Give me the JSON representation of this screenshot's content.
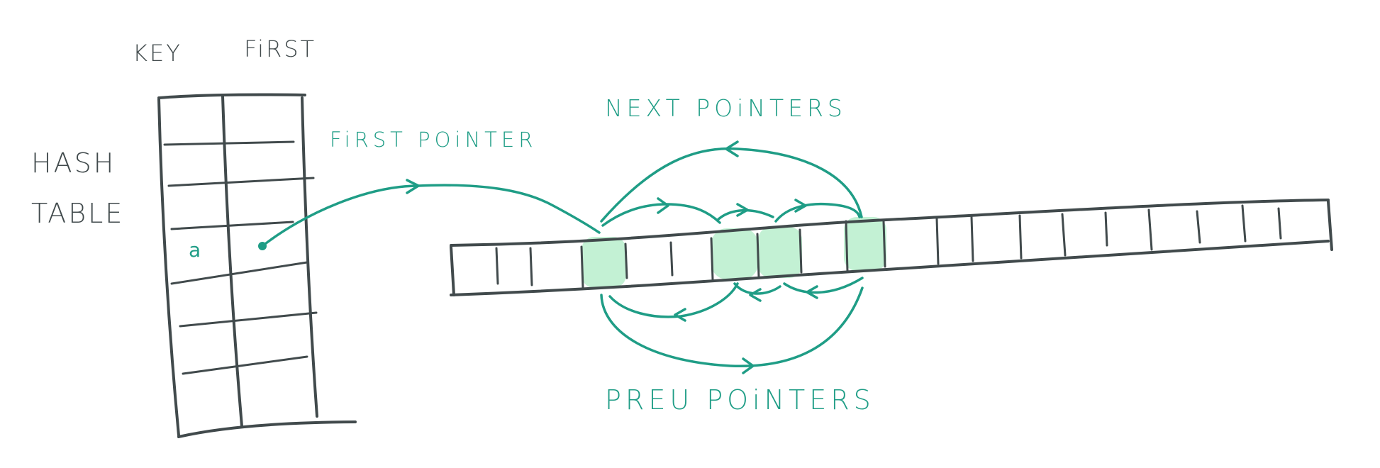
{
  "labels": {
    "key": "KEY",
    "first": "FiRST",
    "hash_line1": "HASH",
    "hash_line2": "TABLE",
    "first_pointer": "FiRST POiNTER",
    "next_pointers": "NEXT POiNTERS",
    "prev_pointers": "PREU POiNTERS",
    "cell_key": "a"
  },
  "colors": {
    "ink": "#414a4c",
    "accent": "#1f9d86",
    "highlight": "#c3f1d4"
  }
}
